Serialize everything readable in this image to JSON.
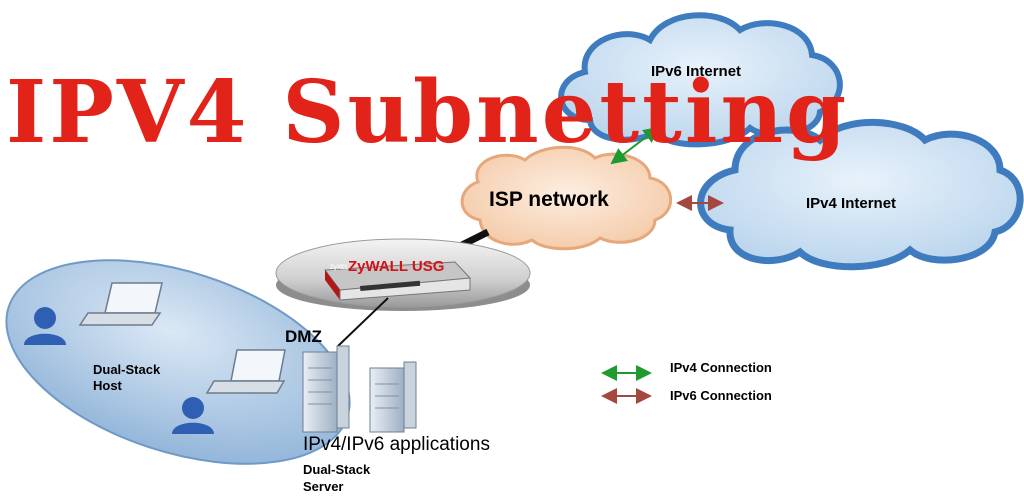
{
  "title": "IPV4 Subnetting",
  "clouds": {
    "ipv6_internet": "IPv6 Internet",
    "ipv4_internet": "IPv4 Internet",
    "isp_network": "ISP network"
  },
  "firewall": {
    "brand": "ZyXEL",
    "model_label": "ZyWALL USG"
  },
  "dmz_label": "DMZ",
  "host_group": {
    "label_line1": "Dual-Stack",
    "label_line2": "Host"
  },
  "server_group": {
    "applications_label": "IPv4/IPv6 applications",
    "label_line1": "Dual-Stack",
    "label_line2": "Server"
  },
  "legend": [
    {
      "label": "IPv4 Connection",
      "color": "#1f9a2e"
    },
    {
      "label": "IPv6 Connection",
      "color": "#a4473f"
    }
  ],
  "colors": {
    "title": "#e2231a",
    "cloud_fill": "#cfe3f3",
    "cloud_edge": "#3f7cbf",
    "isp_cloud_fill": "#f9dcc4",
    "host_ellipse": "#a8c7e6"
  }
}
